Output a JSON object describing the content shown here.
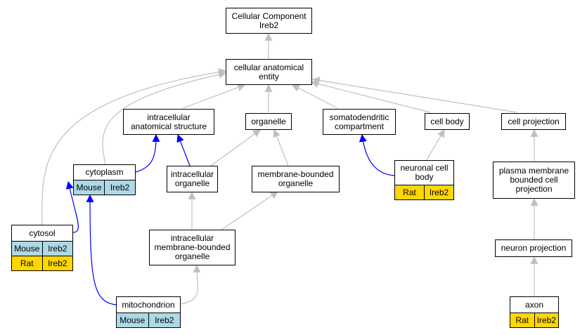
{
  "nodes": {
    "root": {
      "line1": "Cellular Component",
      "line2": "Ireb2"
    },
    "cae": {
      "line1": "cellular anatomical",
      "line2": "entity"
    },
    "ias": {
      "line1": "intracellular",
      "line2": "anatomical structure"
    },
    "organelle": {
      "line1": "organelle"
    },
    "somato": {
      "line1": "somatodendritic",
      "line2": "compartment"
    },
    "cellbody": {
      "line1": "cell body"
    },
    "cellproj": {
      "line1": "cell projection"
    },
    "cytoplasm": {
      "line1": "cytoplasm",
      "species": [
        "Mouse"
      ],
      "gene": [
        "Ireb2"
      ]
    },
    "intraorg": {
      "line1": "intracellular",
      "line2": "organelle"
    },
    "mbo": {
      "line1": "membrane-bounded",
      "line2": "organelle"
    },
    "neuronal": {
      "line1": "neuronal cell",
      "line2": "body",
      "species": [
        "Rat"
      ],
      "gene": [
        "Ireb2"
      ]
    },
    "pmbcp": {
      "line1": "plasma membrane",
      "line2": "bounded cell",
      "line3": "projection"
    },
    "cytosol": {
      "line1": "cytosol",
      "species": [
        "Mouse",
        "Rat"
      ],
      "gene": [
        "Ireb2",
        "Ireb2"
      ]
    },
    "imbo": {
      "line1": "intracellular",
      "line2": "membrane-bounded",
      "line3": "organelle"
    },
    "neuronproj": {
      "line1": "neuron projection"
    },
    "mito": {
      "line1": "mitochondrion",
      "species": [
        "Mouse"
      ],
      "gene": [
        "Ireb2"
      ]
    },
    "axon": {
      "line1": "axon",
      "species": [
        "Rat"
      ],
      "gene": [
        "Ireb2"
      ]
    }
  },
  "colors": {
    "mouse": "#add8e6",
    "rat": "#ffd700",
    "edge_gray": "#c0c0c0",
    "edge_blue": "#0000ff"
  }
}
